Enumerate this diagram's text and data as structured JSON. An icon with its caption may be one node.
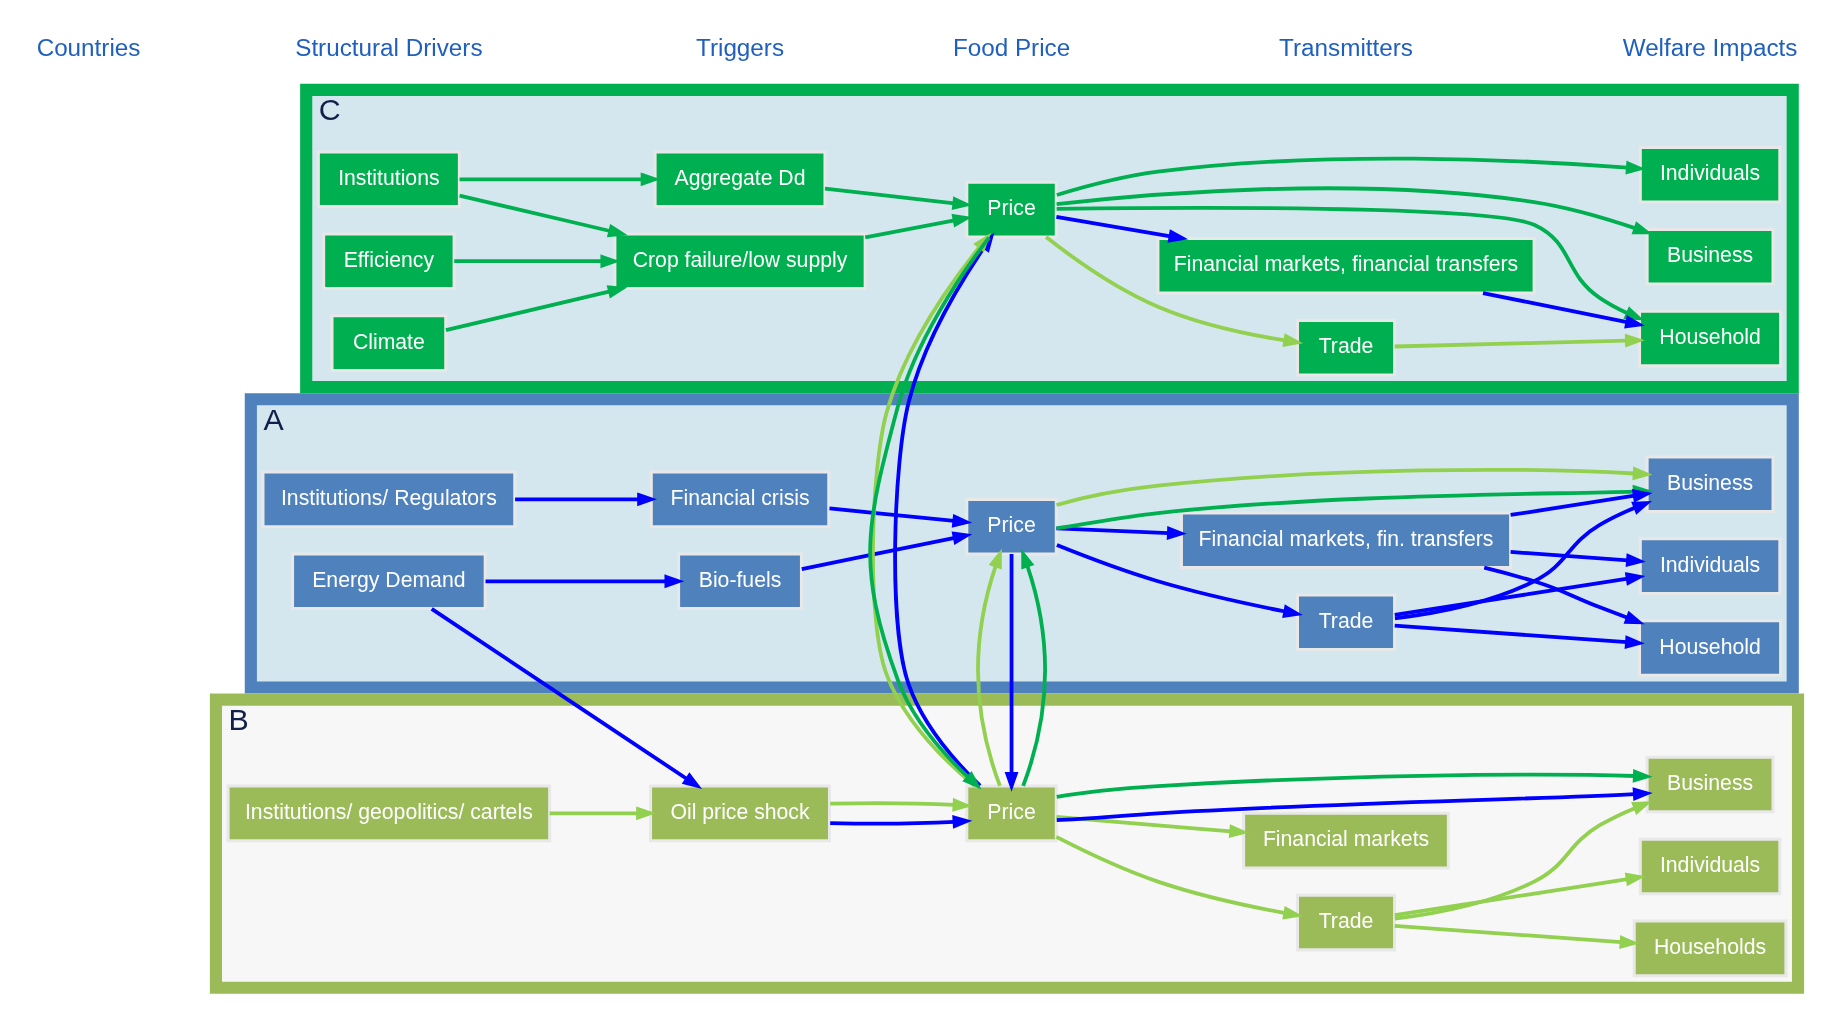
{
  "diagram": {
    "nodes": [
      {
        "text": [
          "A"
        ]
      },
      {
        "text": [
          "Institutions/ Regulators"
        ],
        "in": 0
      },
      {
        "text": [
          "Financial crisis"
        ],
        "in": 0
      },
      {
        "text": [
          "Energy Demand"
        ],
        "in": 0
      },
      {
        "text": [
          "Bio-fuels"
        ],
        "in": 0
      },
      {
        "text": [
          "Price"
        ],
        "in": 0
      },
      {
        "text": [
          "Trade"
        ],
        "in": 0
      },
      {
        "text": [
          "Financial markets, fin. transfers"
        ],
        "in": 0
      },
      {
        "text": [
          "Household"
        ],
        "in": 0
      },
      {
        "text": [
          "Business"
        ],
        "in": 0
      },
      {
        "text": [
          "Individuals"
        ],
        "in": 0
      },
      {
        "text": [
          "B"
        ]
      },
      {
        "text": [
          "Institutions/ geopolitics/ cartels"
        ],
        "in": 11
      },
      {
        "text": [
          "Oil price shock"
        ],
        "in": 11
      },
      {
        "text": [
          "Price"
        ],
        "in": 11
      },
      {
        "text": [
          "Trade"
        ],
        "in": 11
      },
      {
        "text": [
          "Financial markets"
        ],
        "in": 11
      },
      {
        "text": [
          "Households"
        ],
        "in": 11
      },
      {
        "text": [
          "Business"
        ],
        "in": 11
      },
      {
        "text": [
          "Individuals"
        ],
        "in": 11
      },
      {
        "text": [
          "C"
        ]
      },
      {
        "text": [
          "Institutions"
        ],
        "in": 20
      },
      {
        "text": [
          "Efficiency"
        ],
        "in": 20
      },
      {
        "text": [
          "Climate"
        ],
        "in": 20
      },
      {
        "text": [
          "Aggregate Dd"
        ],
        "in": 20
      },
      {
        "text": [
          "Crop failure/low supply"
        ],
        "in": 20
      },
      {
        "text": [
          "Price"
        ],
        "in": 20
      },
      {
        "text": [
          "Trade"
        ],
        "in": 20
      },
      {
        "text": [
          "Financial markets, financial transfers"
        ],
        "in": 20
      },
      {
        "text": [
          "Household"
        ],
        "in": 20
      },
      {
        "text": [
          "Business"
        ],
        "in": 20
      },
      {
        "text": [
          "Individuals"
        ],
        "in": 20
      }
    ],
    "edges": [
      {
        "from": 1,
        "to": 2,
        "arrow": "to"
      },
      {
        "from": 3,
        "to": 4,
        "arrow": "to"
      },
      {
        "from": 3,
        "to": 13,
        "arrow": "to"
      },
      {
        "from": 2,
        "to": 5,
        "arrow": "to"
      },
      {
        "from": 4,
        "to": 5,
        "arrow": "to"
      },
      {
        "from": 5,
        "to": 6,
        "arrow": "to"
      },
      {
        "from": 5,
        "to": 7,
        "arrow": "to"
      },
      {
        "from": 6,
        "to": 8,
        "arrow": "to"
      },
      {
        "from": 6,
        "to": 9,
        "arrow": "to"
      },
      {
        "from": 6,
        "to": 10,
        "arrow": "to"
      },
      {
        "from": 7,
        "to": 8,
        "arrow": "to"
      },
      {
        "from": 7,
        "to": 9,
        "arrow": "to"
      },
      {
        "from": 7,
        "to": 10,
        "arrow": "to"
      },
      {
        "from": 5,
        "to": 9,
        "arrow": "to",
        "color": "#00b050"
      },
      {
        "from": 5,
        "to": 9,
        "arrow": "to",
        "color": "#92d050"
      },
      {
        "from": 5,
        "to": 14,
        "arrow": "to"
      },
      {
        "from": 14,
        "to": 5,
        "arrow": "to",
        "color": "#00b050"
      },
      {
        "from": 14,
        "to": 5,
        "arrow": "to",
        "color": "#92d050"
      },
      {
        "from": 12,
        "to": 13,
        "arrow": "to",
        "color": "#92d050"
      },
      {
        "from": 13,
        "to": 14,
        "arrow": "to"
      },
      {
        "from": 13,
        "to": 14,
        "arrow": "to",
        "color": "#92d050"
      },
      {
        "from": 14,
        "to": 15,
        "arrow": "to",
        "color": "#92d050"
      },
      {
        "from": 14,
        "to": 16,
        "arrow": "to",
        "color": "#92d050"
      },
      {
        "from": 14,
        "to": 18,
        "arrow": "to"
      },
      {
        "from": 14,
        "to": 18,
        "arrow": "to",
        "color": "#00b050"
      },
      {
        "from": 15,
        "to": 17,
        "arrow": "to",
        "color": "#92d050"
      },
      {
        "from": 15,
        "to": 18,
        "arrow": "to",
        "color": "#92d050"
      },
      {
        "from": 15,
        "to": 19,
        "arrow": "to",
        "color": "#92d050"
      },
      {
        "from": 14,
        "to": 26,
        "arrow": "to"
      },
      {
        "from": 26,
        "to": 14,
        "arrow": "to",
        "color": "#00b050"
      },
      {
        "from": 14,
        "to": 26,
        "arrow": "to",
        "color": "#92d050"
      },
      {
        "from": 21,
        "to": 24,
        "arrow": "to",
        "color": "#00b050"
      },
      {
        "from": 21,
        "to": 25,
        "arrow": "to",
        "color": "#00b050"
      },
      {
        "from": 22,
        "to": 25,
        "arrow": "to",
        "color": "#00b050"
      },
      {
        "from": 23,
        "to": 25,
        "arrow": "to",
        "color": "#00b050"
      },
      {
        "from": 24,
        "to": 26,
        "arrow": "to",
        "color": "#00b050"
      },
      {
        "from": 25,
        "to": 26,
        "arrow": "to",
        "color": "#00b050"
      },
      {
        "from": 26,
        "to": 27,
        "arrow": "to",
        "color": "#92d050"
      },
      {
        "from": 26,
        "to": 28,
        "arrow": "to"
      },
      {
        "from": 27,
        "to": 29,
        "arrow": "to",
        "color": "#92d050"
      },
      {
        "from": 28,
        "to": 29,
        "arrow": "to"
      },
      {
        "from": 26,
        "to": 29,
        "arrow": "to",
        "color": "#00b050"
      },
      {
        "from": 26,
        "to": 30,
        "arrow": "to",
        "color": "#00b050"
      },
      {
        "from": 26,
        "to": 31,
        "arrow": "to",
        "color": "#00b050"
      }
    ],
    "labels": [
      "Countries",
      "Structural Drivers",
      "Triggers",
      "Food Price",
      "Transmitters",
      "Welfare Impacts"
    ]
  }
}
